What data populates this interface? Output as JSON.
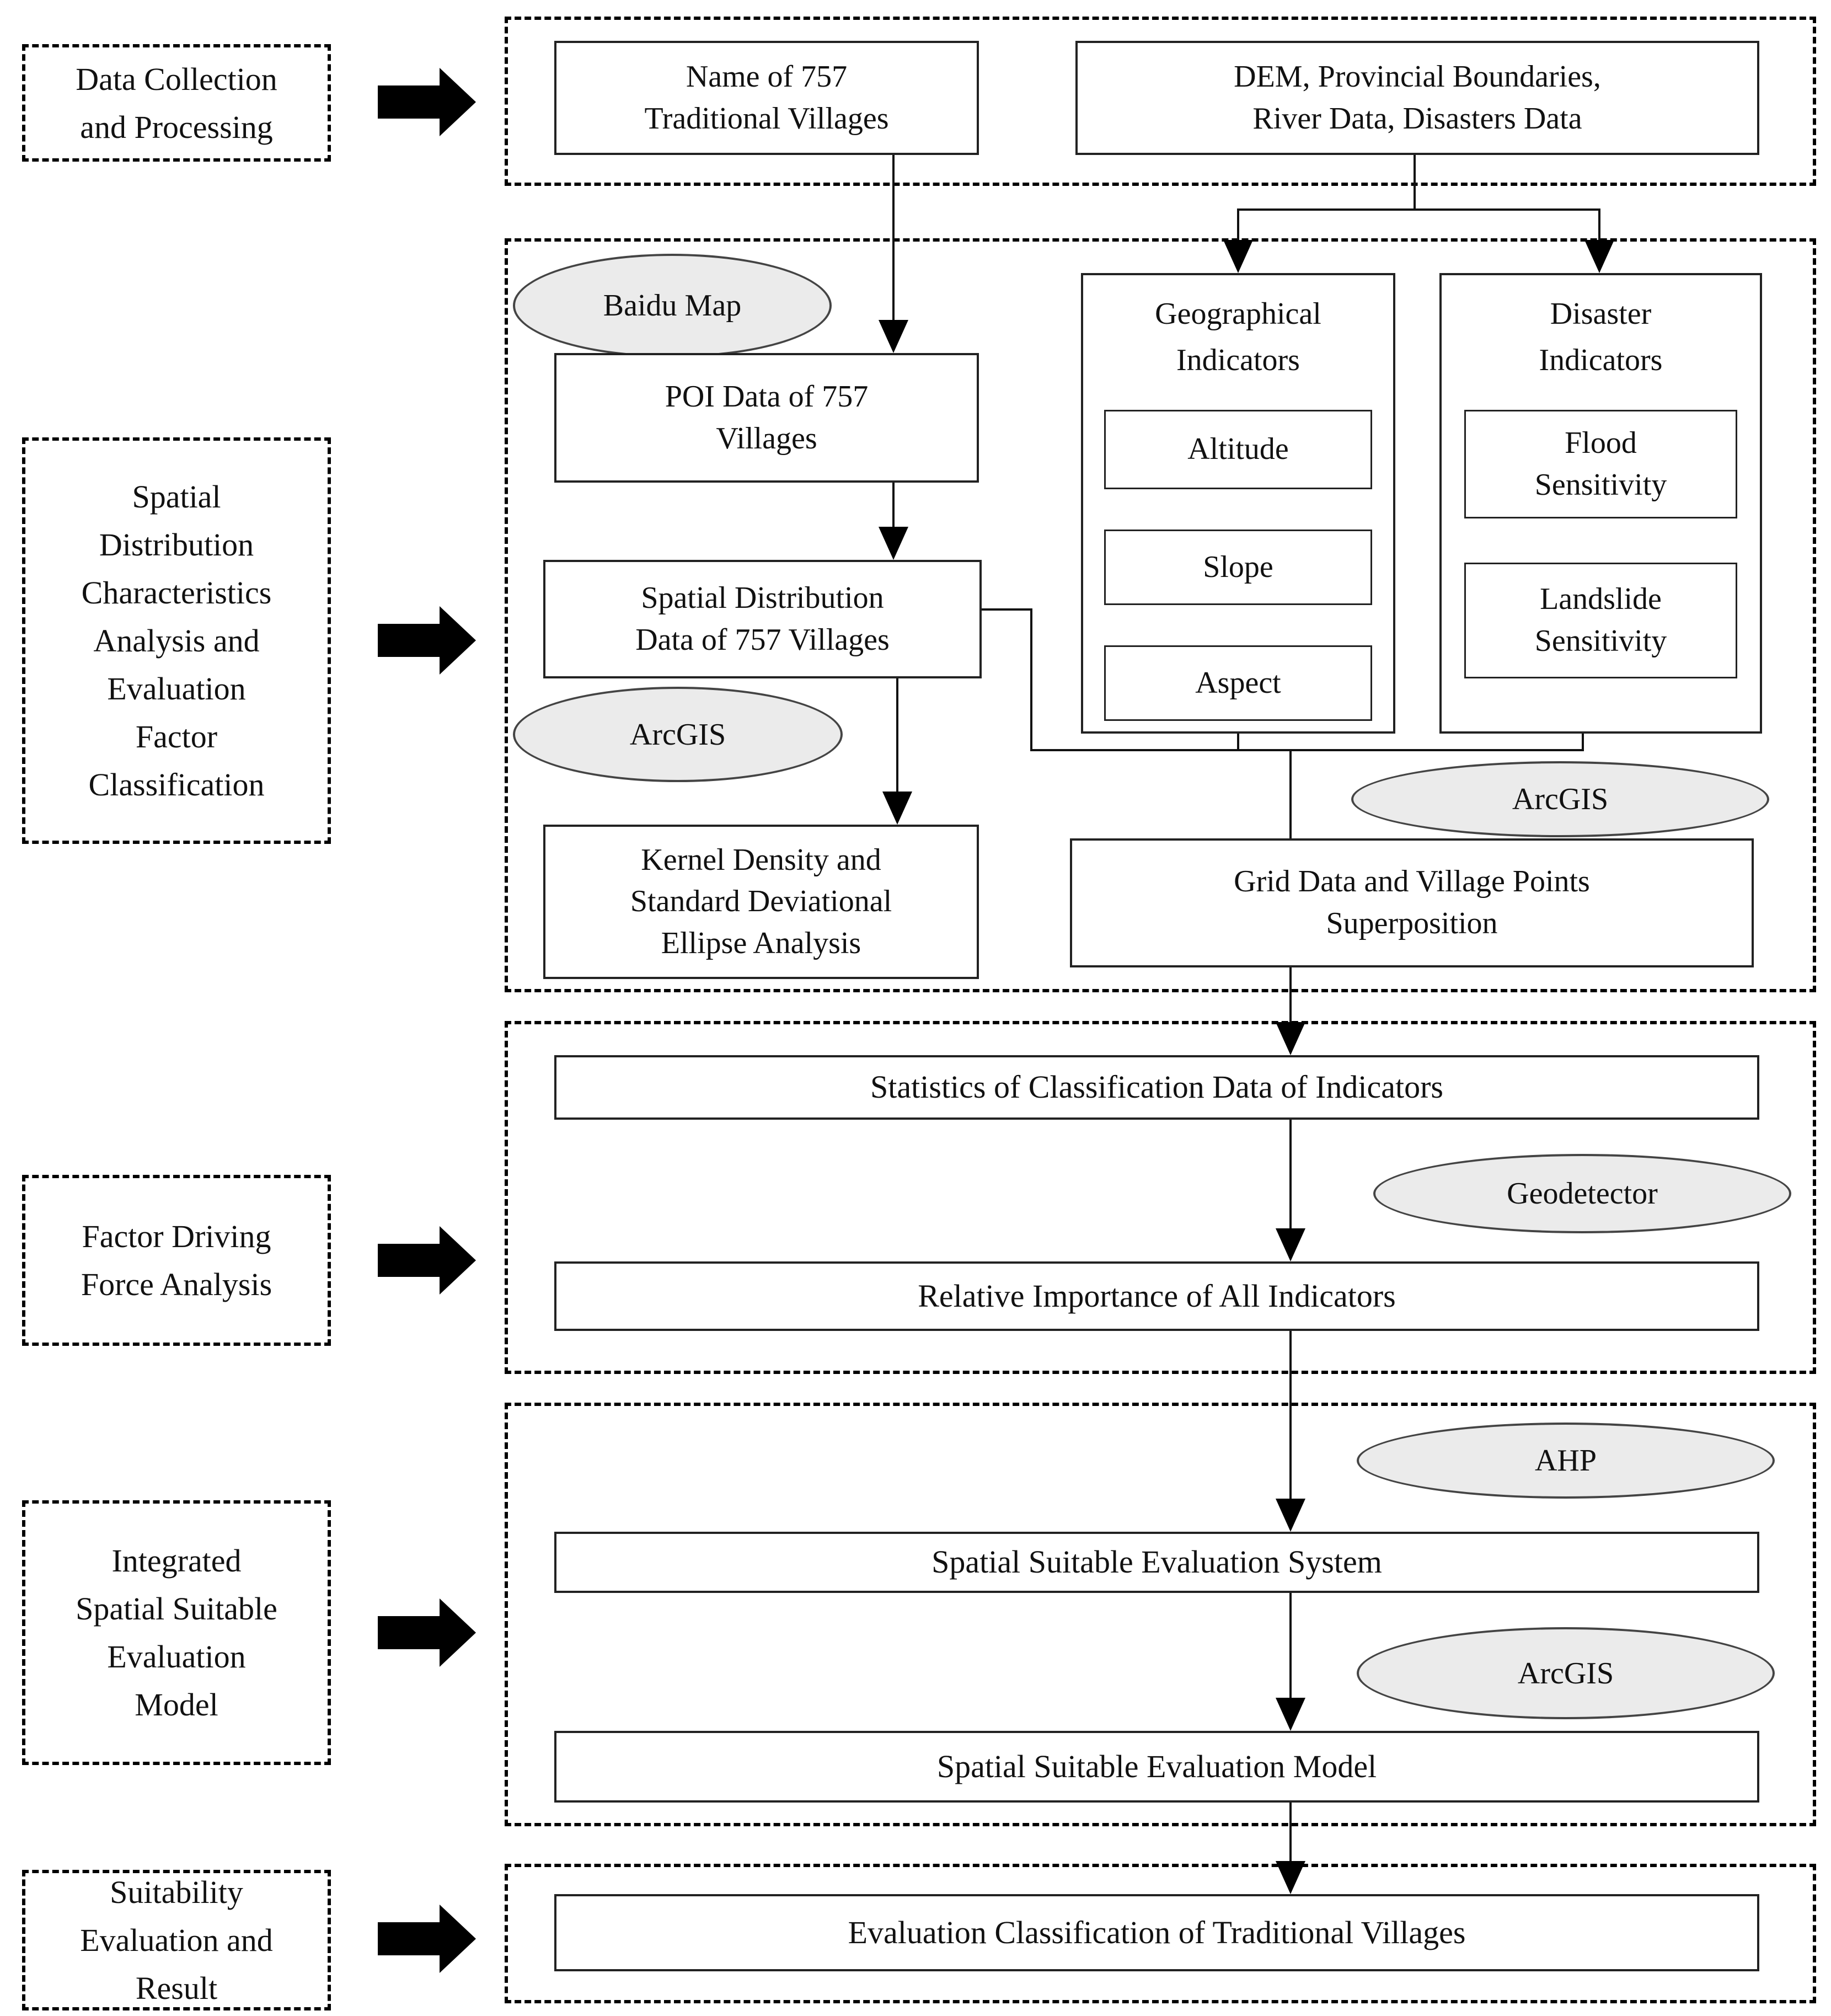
{
  "colors": {
    "ellipse_fill": "#ebebeb",
    "stroke": "#000000",
    "background": "#ffffff"
  },
  "stages": [
    {
      "lines": [
        "Data Collection",
        "and Processing"
      ]
    },
    {
      "lines": [
        "Spatial",
        "Distribution",
        "Characteristics",
        "Analysis and",
        "Evaluation",
        "Factor",
        "Classification"
      ]
    },
    {
      "lines": [
        "Factor Driving",
        "Force Analysis"
      ]
    },
    {
      "lines": [
        "Integrated",
        "Spatial Suitable",
        "Evaluation",
        "Model"
      ]
    },
    {
      "lines": [
        "Suitability",
        "Evaluation and",
        "Result"
      ]
    }
  ],
  "nodes": {
    "name_box": {
      "lines": [
        "Name of 757",
        "Traditional Villages"
      ]
    },
    "dem_box": {
      "lines": [
        "DEM, Provincial Boundaries,",
        "River Data, Disasters Data"
      ]
    },
    "baidu": {
      "label": "Baidu Map"
    },
    "poi_box": {
      "lines": [
        "POI Data of 757",
        "Villages"
      ]
    },
    "spatial_box": {
      "lines": [
        "Spatial Distribution",
        "Data of 757 Villages"
      ]
    },
    "arcgis_1": {
      "label": "ArcGIS"
    },
    "kernel_box": {
      "lines": [
        "Kernel Density and",
        "Standard Deviational",
        "Ellipse Analysis"
      ]
    },
    "geo_group": {
      "lines": [
        "Geographical",
        "Indicators"
      ],
      "items": [
        "Altitude",
        "Slope",
        "Aspect"
      ]
    },
    "disaster_group": {
      "lines": [
        "Disaster",
        "Indicators"
      ],
      "items": [
        {
          "lines": [
            "Flood",
            "Sensitivity"
          ]
        },
        {
          "lines": [
            "Landslide",
            "Sensitivity"
          ]
        }
      ]
    },
    "arcgis_2": {
      "label": "ArcGIS"
    },
    "grid_box": {
      "lines": [
        "Grid Data and Village Points",
        "Superposition"
      ]
    },
    "statistics_box": {
      "label": "Statistics of Classification Data of Indicators"
    },
    "geodetector": {
      "label": "Geodetector"
    },
    "relative_box": {
      "label": "Relative Importance of All Indicators"
    },
    "ahp": {
      "label": "AHP"
    },
    "system_box": {
      "label": "Spatial Suitable Evaluation System"
    },
    "arcgis_3": {
      "label": "ArcGIS"
    },
    "model_box": {
      "label": "Spatial Suitable Evaluation Model"
    },
    "final_box": {
      "label": "Evaluation Classification of Traditional Villages"
    }
  }
}
